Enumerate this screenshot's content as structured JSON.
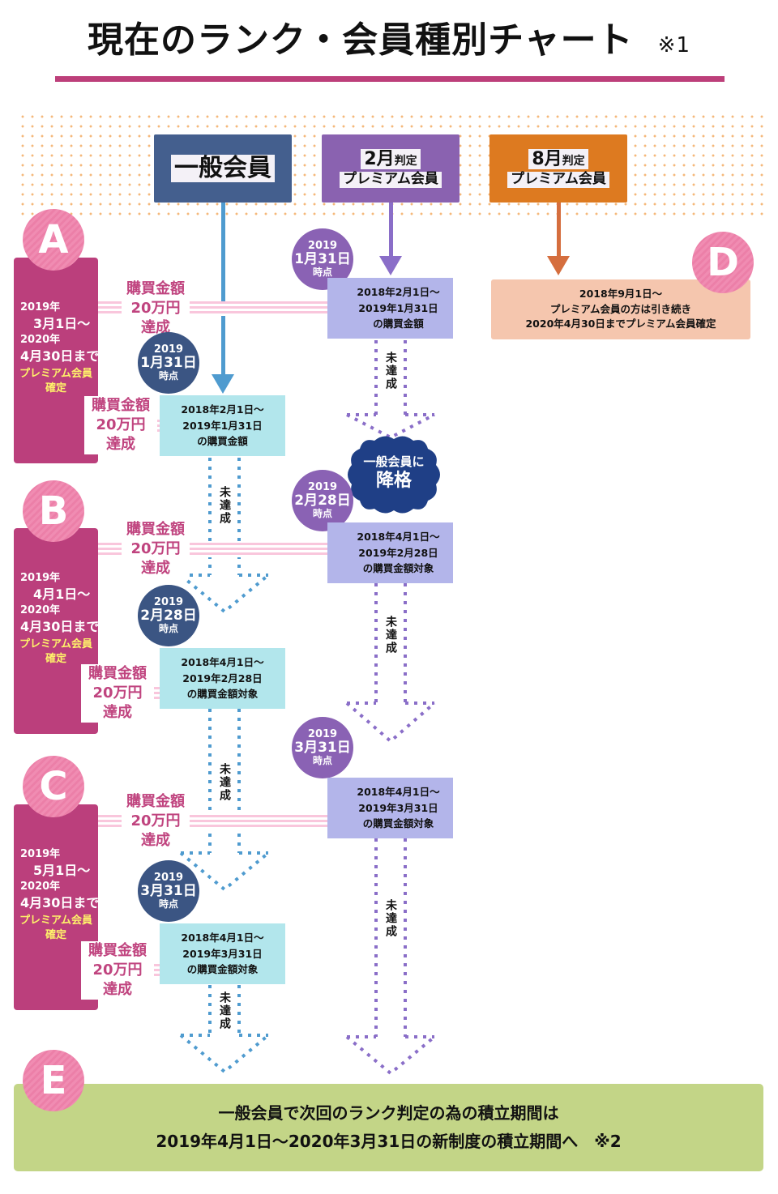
{
  "title": {
    "text": "現在のランク・会員種別チャート",
    "note": "※1"
  },
  "columns": [
    {
      "label": "一般会員",
      "color": "#445f8e"
    },
    {
      "month": "2月",
      "suffix": "判定",
      "sub": "プレミアム会員",
      "color": "#8a62b0"
    },
    {
      "month": "8月",
      "suffix": "判定",
      "sub": "プレミアム会員",
      "color": "#dd7a20"
    }
  ],
  "sections": {
    "A": {
      "letter": "A",
      "side": {
        "y1": "2019年",
        "d1": "3月1日～",
        "y2": "2020年",
        "d2": "4月30日まで",
        "status1": "プレミアム会員",
        "status2": "確定"
      },
      "premium_bubble": {
        "year": "2019",
        "date": "1月31日",
        "point": "時点"
      },
      "premium_period": [
        "2018年2月1日～",
        "2019年1月31日",
        "の購買金額"
      ],
      "general_bubble": {
        "year": "2019",
        "date": "1月31日",
        "point": "時点"
      },
      "general_period": [
        "2018年2月1日～",
        "2019年1月31日",
        "の購買金額"
      ]
    },
    "B": {
      "letter": "B",
      "side": {
        "y1": "2019年",
        "d1": "4月1日～",
        "y2": "2020年",
        "d2": "4月30日まで",
        "status1": "プレミアム会員",
        "status2": "確定"
      },
      "premium_bubble": {
        "year": "2019",
        "date": "2月28日",
        "point": "時点"
      },
      "premium_period": [
        "2018年4月1日～",
        "2019年2月28日",
        "の購買金額対象"
      ],
      "general_bubble": {
        "year": "2019",
        "date": "2月28日",
        "point": "時点"
      },
      "general_period": [
        "2018年4月1日～",
        "2019年2月28日",
        "の購買金額対象"
      ]
    },
    "C": {
      "letter": "C",
      "side": {
        "y1": "2019年",
        "d1": "5月1日～",
        "y2": "2020年",
        "d2": "4月30日まで",
        "status1": "プレミアム会員",
        "status2": "確定"
      },
      "premium_bubble": {
        "year": "2019",
        "date": "3月31日",
        "point": "時点"
      },
      "premium_period": [
        "2018年4月1日～",
        "2019年3月31日",
        "の購買金額対象"
      ],
      "general_bubble": {
        "year": "2019",
        "date": "3月31日",
        "point": "時点"
      },
      "general_period": [
        "2018年4月1日～",
        "2019年3月31日",
        "の購買金額対象"
      ]
    }
  },
  "achieved": {
    "l1": "購買金額",
    "l2": "20万円",
    "l3": "達成"
  },
  "not_achieved": "未達成",
  "demote": {
    "l1": "一般会員に",
    "l2": "降格"
  },
  "D": {
    "letter": "D",
    "lines": [
      "2018年9月1日～",
      "プレミアム会員の方は引き続き",
      "2020年4月30日までプレミアム会員確定"
    ]
  },
  "E": {
    "letter": "E",
    "line1": "一般会員で次回のランク判定の為の積立期間は",
    "line2": "2019年4月1日～2020年3月31日の新制度の積立期間へ　※2"
  },
  "colors": {
    "magenta": "#bb3f7c",
    "pink_letter": "#ef86ae",
    "blue_line": "#4f9bcf",
    "purple_line": "#8a6ec8",
    "orange_line": "#d56e3e",
    "green": "#c3d587"
  }
}
